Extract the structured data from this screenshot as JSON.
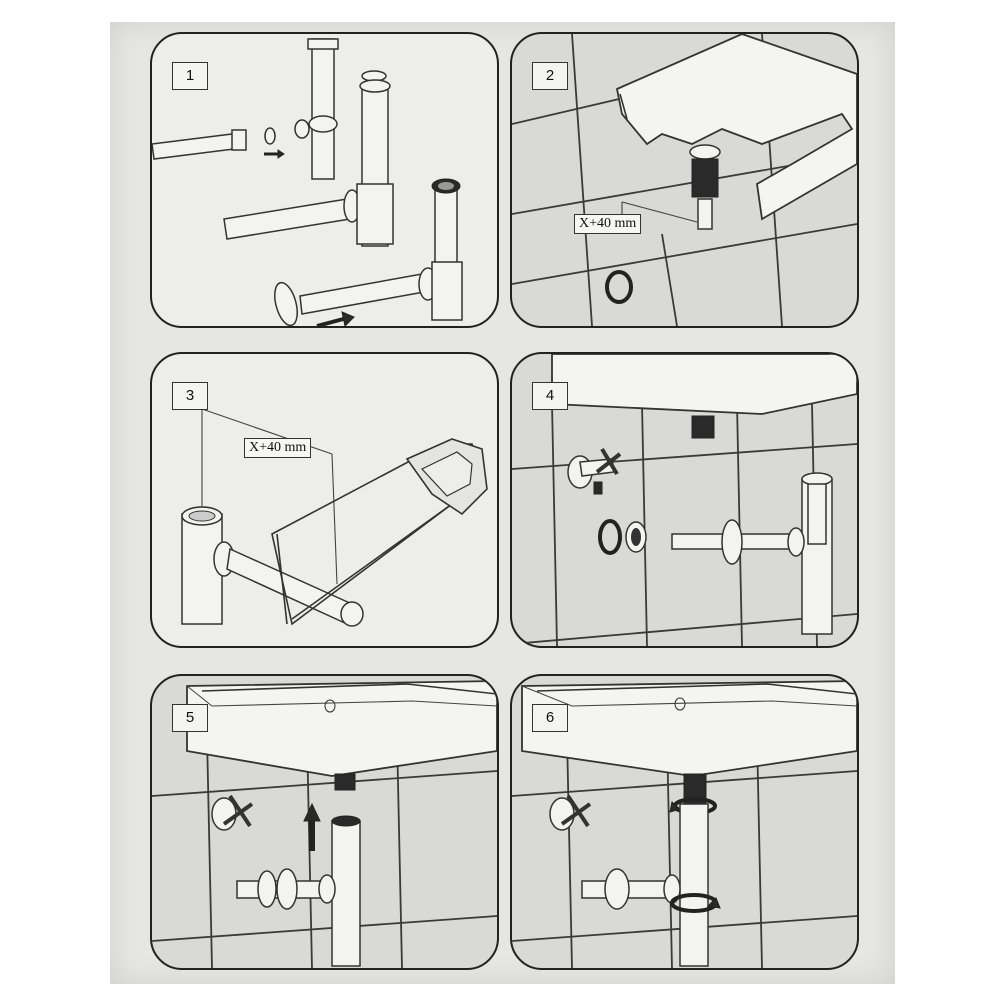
{
  "panels": [
    {
      "number": "1"
    },
    {
      "number": "2",
      "dimension_label": "X+40 mm"
    },
    {
      "number": "3",
      "dimension_label": "X+40 mm"
    },
    {
      "number": "4"
    },
    {
      "number": "5"
    },
    {
      "number": "6"
    }
  ],
  "colors": {
    "sheet": "#e6e6e4",
    "panel_border": "#222222",
    "ink": "#333333"
  }
}
